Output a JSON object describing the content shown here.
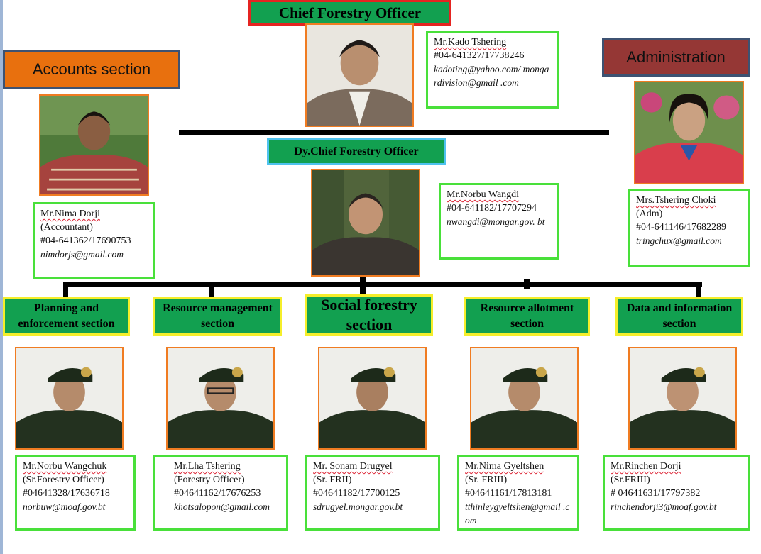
{
  "chief": {
    "title": "Chief Forestry Officer",
    "name": "Mr.Kado Tshering",
    "phone": "#04-641327/17738246",
    "email": "kadoting@yahoo.com/ mongardivision@gmail .com"
  },
  "accounts": {
    "title": "Accounts section",
    "name": "Mr.Nima Dorji",
    "role": "(Accountant)",
    "phone": "#04-641362/17690753",
    "email": "nimdorjs@gmail.com"
  },
  "administration": {
    "title": "Administration",
    "name": "Mrs.Tshering Choki",
    "role": "(Adm)",
    "phone": "#04-641146/17682289",
    "email": "tringchux@gmail.com"
  },
  "deputy": {
    "title": "Dy.Chief Forestry Officer",
    "name": "Mr.Norbu Wangdi",
    "phone": "#04-641182/17707294",
    "email": "nwangdi@mongar.gov. bt"
  },
  "sections": [
    {
      "title": "Planning and enforcement section",
      "name": "Mr.Norbu Wangchuk",
      "role": "(Sr.Forestry Officer)",
      "phone": "#04641328/17636718",
      "email": "norbuw@moaf.gov.bt"
    },
    {
      "title": "Resource management section",
      "name": "Mr.Lha Tshering",
      "role": "(Forestry Officer)",
      "phone": "#04641162/17676253",
      "email": "khotsalopon@gmail.com"
    },
    {
      "title": "Social forestry section",
      "name": "Mr. Sonam Drugyel",
      "role": "(Sr. FRII)",
      "phone": "#04641182/17700125",
      "email": "sdrugyel.mongar.gov.bt"
    },
    {
      "title": "Resource allotment section",
      "name": "Mr.Nima Gyeltshen",
      "role": "(Sr. FRIII)",
      "phone": "#04641161/17813181",
      "email": "tthinleygyeltshen@gmail .com"
    },
    {
      "title": "Data and information section",
      "name": "Mr.Rinchen Dorji",
      "role": "(Sr.FRIII)",
      "phone": "# 04641631/17797382",
      "email": "rinchendorji3@moaf.gov.bt"
    }
  ],
  "colors": {
    "section_header_bg": "#12a050",
    "section_header_border": "#f5ee2a",
    "card_border": "#49e03a",
    "photo_border": "#f07c22",
    "accounts_bg": "#e8700e",
    "administration_bg": "#953735",
    "chief_border": "#e52421",
    "deputy_border": "#4ec2ee"
  }
}
